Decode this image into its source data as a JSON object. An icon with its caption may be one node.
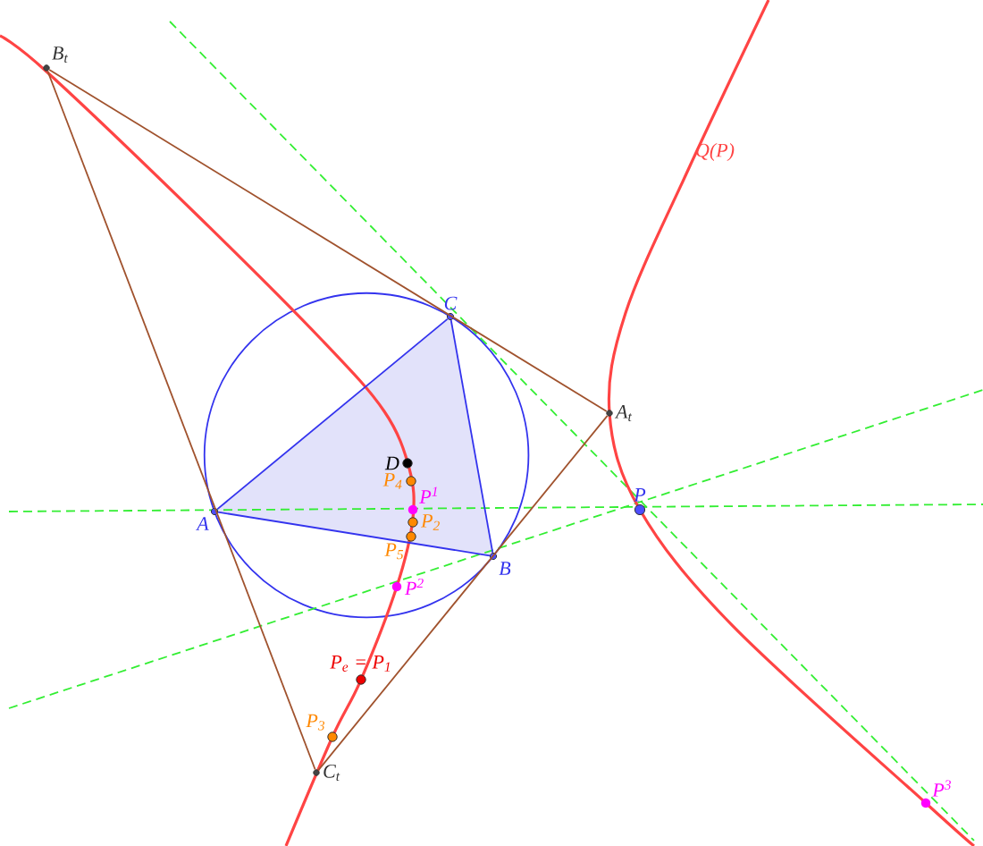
{
  "diagram": {
    "nodes": [
      {
        "text": [
          "B$_{t}$"
        ]
      },
      {
        "text": [
          "C"
        ]
      },
      {
        "text": [
          "A$_{t}$"
        ]
      },
      {
        "text": [
          "D"
        ]
      },
      {
        "text": [
          "P$_{4}$"
        ]
      },
      {
        "text": [
          "P$^{1}$"
        ]
      },
      {
        "text": [
          "A"
        ]
      },
      {
        "text": [
          "P"
        ]
      },
      {
        "text": [
          "P$_{2}$"
        ]
      },
      {
        "text": [
          "P$_{5}$"
        ]
      },
      {
        "text": [
          "B"
        ]
      },
      {
        "text": [
          "P$^{2}$"
        ]
      },
      {
        "text": [
          "P$_{e}$ = P$_{1}$"
        ]
      },
      {
        "text": [
          "P$_{3}$"
        ]
      },
      {
        "text": [
          "C$_{t}$"
        ]
      },
      {
        "text": [
          "P$^{3}$"
        ]
      }
    ],
    "edges": [
      {
        "from": 6,
        "to": 10,
        "arrow": "none"
      },
      {
        "from": 10,
        "to": 1,
        "arrow": "none"
      },
      {
        "from": 1,
        "to": 6,
        "arrow": "none"
      },
      {
        "from": 0,
        "to": 2,
        "arrow": "none",
        "color": "#a0522d"
      },
      {
        "from": 0,
        "to": 14,
        "arrow": "none",
        "color": "#a0522d"
      },
      {
        "from": 14,
        "to": 2,
        "arrow": "none",
        "color": "#a0522d"
      }
    ],
    "labels": [
      "Q(P)"
    ]
  }
}
